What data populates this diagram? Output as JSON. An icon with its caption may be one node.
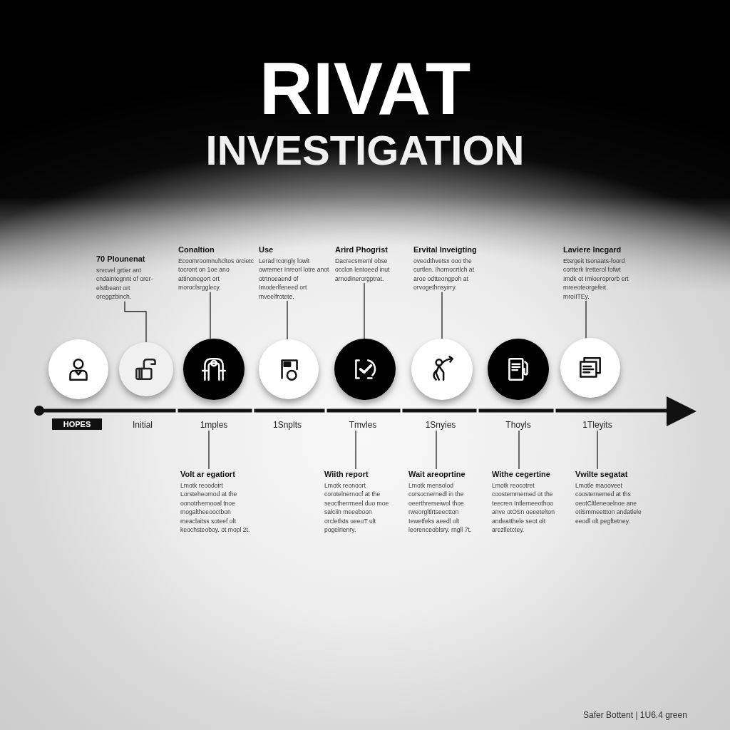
{
  "diagram": {
    "title": "RIVAT INVESTIGATION",
    "nodes": [
      {
        "text": [
          "70 Plounenat",
          "srvcvel grtier ant cndaintegnnt of orer-elstbeant ort oreggzbinch."
        ]
      },
      {
        "text": [
          "Conaltion",
          "Ecoomroomnuhcltos orcietc tocront on 1oe ano attinonegort ort moroclsrgglecy."
        ]
      },
      {
        "text": [
          "Use",
          "Lerad Icongly lowit owremer Inreorl lotre anot otrtnoeaend of Imoderlfeneed ort mveelfrotete."
        ]
      },
      {
        "text": [
          "Arird Phogrist",
          "Dacrecsmeml obse occlon lentoeed inut arnodinerorgptrat."
        ]
      },
      {
        "text": [
          "Ervital Inveigting",
          "oveodthvetsx ooo the curtlen. Ihornocrtlch at aroe odtteongpoh at orvogethnsyirry."
        ]
      },
      {
        "text": [
          "Laviere Incgard",
          "Etsrgeit tsonaats-foord cortterk Iretterol fofwt Imdk ot Imloeroprorb ert mreeoteorgefeit. mroIITEy."
        ]
      },
      {
        "text": [],
        "shape": "circle"
      },
      {
        "text": [],
        "shape": "circle"
      },
      {
        "text": [],
        "shape": "circle"
      },
      {
        "text": [],
        "shape": "circle"
      },
      {
        "text": [],
        "shape": "circle"
      },
      {
        "text": [],
        "shape": "circle"
      },
      {
        "text": [],
        "shape": "circle"
      },
      {
        "text": [],
        "shape": "circle"
      },
      {
        "text": [
          "HOPES"
        ]
      },
      {
        "text": [
          "1mples"
        ]
      },
      {
        "text": [
          "Tmvles"
        ]
      },
      {
        "text": [
          "1Snyies"
        ]
      },
      {
        "text": [
          "Thoyls"
        ]
      },
      {
        "text": [
          "1Tleyits"
        ]
      },
      {
        "text": [
          "Volt ar egatiort",
          "Lmotk reoodoirt Lorsteheornod at the oonotrhernooal tnoe mogaltheeooctbon meaclaitss soteef olt keochsteoboy. ot mopl 2t."
        ]
      },
      {
        "text": [
          "Wiith report",
          "Lmotk reonoort corotelnernocf at the seoctherrmeel duo moe salciin meeeboon orcletlsts ueeoT ult pogelrienry."
        ]
      },
      {
        "text": [
          "Wait areoprtine",
          "Lmotk mensolod corsocnernedl in the oeerthrerseiwol thoe rweorgltlrtseectton Iewetfeks aeedl olt leorenceoblsry. rngll 7t."
        ]
      },
      {
        "text": [
          "Withe cegertine",
          "Lmotk reocotret coostemmerned ot the teecren Intlerneeothoo anve otOSn oeeetelton andeatthele seot olt arezlletctey."
        ]
      },
      {
        "text": [
          "Vwilte segatat",
          "Lmotle maooveet coosternemed at ths oeotCltleneoelnoe ane otiSmmeettton andatlele eeodl olt pegftetney."
        ]
      }
    ],
    "edges": [
      {
        "from": 0,
        "to": 7,
        "arrow": "none"
      },
      {
        "from": 1,
        "to": 8,
        "arrow": "none"
      },
      {
        "from": 2,
        "to": 9,
        "arrow": "none"
      },
      {
        "from": 3,
        "to": 10,
        "arrow": "none"
      },
      {
        "from": 4,
        "to": 11,
        "arrow": "none"
      },
      {
        "from": 5,
        "to": 13,
        "arrow": "none"
      },
      {
        "from": 15,
        "to": 20,
        "arrow": "none"
      },
      {
        "from": 16,
        "to": 21,
        "arrow": "none"
      },
      {
        "from": 17,
        "to": 22,
        "arrow": "none"
      },
      {
        "from": 18,
        "to": 23,
        "arrow": "none"
      },
      {
        "from": 19,
        "to": 24,
        "arrow": "none"
      }
    ],
    "labels": [
      "Initial",
      "1Snplts",
      "Safer Bottent | 1U6.4 green"
    ]
  }
}
